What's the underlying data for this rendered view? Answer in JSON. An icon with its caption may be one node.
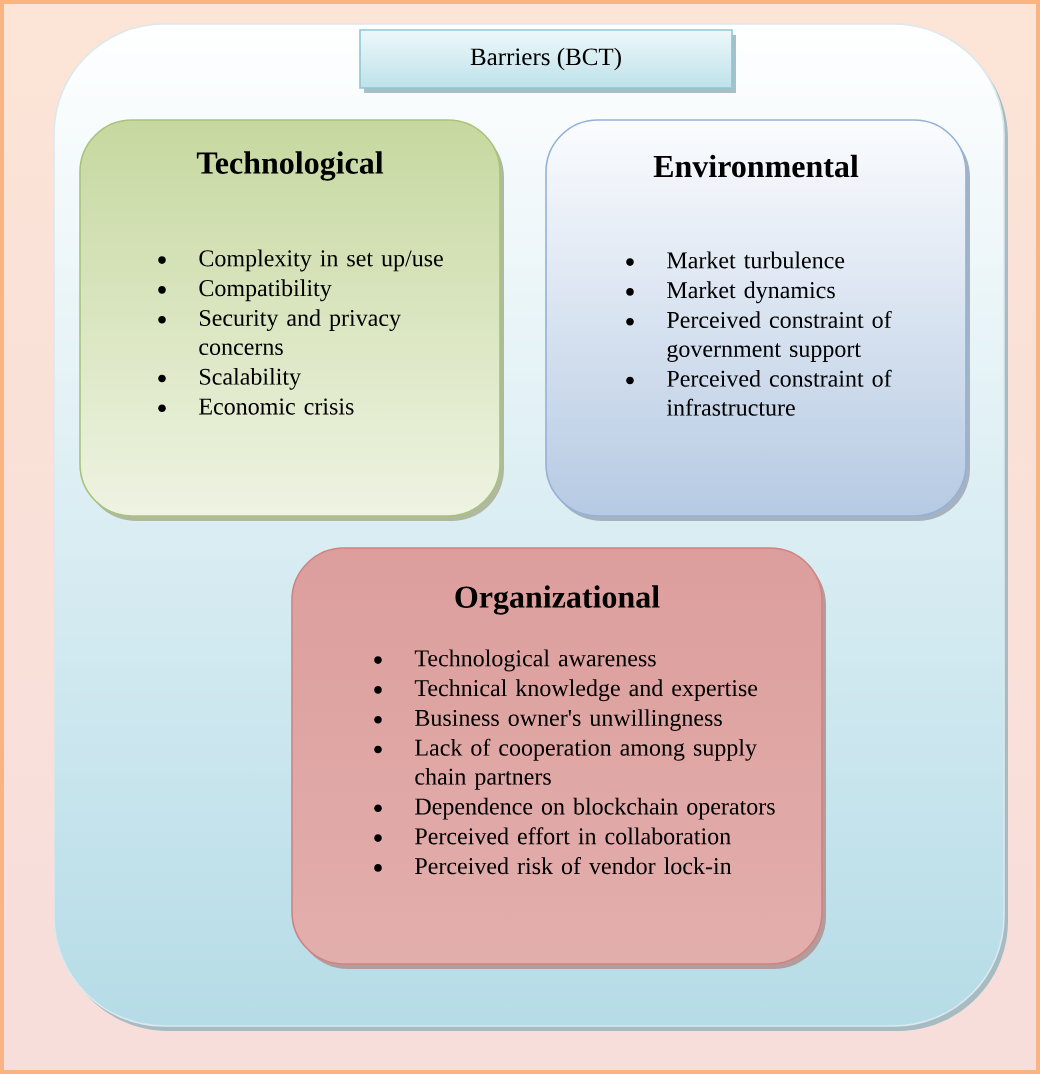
{
  "diagram": {
    "nodes": [
      {
        "text": [],
        "shape": "box"
      },
      {
        "text": [
          "Barriers (BCT)"
        ],
        "in": 0
      },
      {
        "text": [
          "Technological",
          "Complexity in set up/use",
          "Compatibility",
          "Security and privacy concerns",
          "Scalability",
          "Economic crisis"
        ],
        "in": 0
      },
      {
        "text": [
          "Environmental",
          "Market turbulence",
          "Market dynamics",
          "Perceived constraint of government support",
          "Perceived constraint of infrastructure"
        ],
        "in": 0
      },
      {
        "text": [
          "Organizational",
          "Technological awareness",
          "Technical knowledge and expertise",
          "Business owner's unwillingness",
          "Lack of cooperation among supply chain partners",
          "Dependence on blockchain operators",
          "Perceived effort in collaboration",
          "Perceived risk of vendor lock-in"
        ],
        "in": 0
      }
    ]
  }
}
